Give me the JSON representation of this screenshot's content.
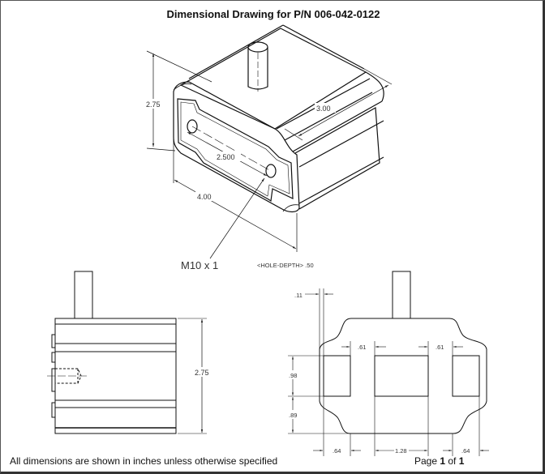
{
  "title": "Dimensional Drawing for P/N 006-042-0122",
  "isometric_view": {
    "dim_height": "2.75",
    "dim_depth": "3.00",
    "dim_width": "4.00",
    "dim_hole_spacing": "2.500",
    "thread_callout": "M10 x 1",
    "hole_depth_callout": "<HOLE-DEPTH> .50"
  },
  "side_view": {
    "dim_height": "2.75"
  },
  "front_view": {
    "dim_edge_offset": ".11",
    "dim_gap_left": ".61",
    "dim_gap_right": ".61",
    "dim_window_height": ".98",
    "dim_lower_height": ".89",
    "dim_left_window_width": ".64",
    "dim_center_window_width": "1.28",
    "dim_right_window_width": ".64"
  },
  "footer": {
    "note": "All dimensions are shown in inches unless otherwise specified",
    "page_prefix": "Page ",
    "page_current": "1",
    "page_of": " of ",
    "page_total": "1"
  }
}
